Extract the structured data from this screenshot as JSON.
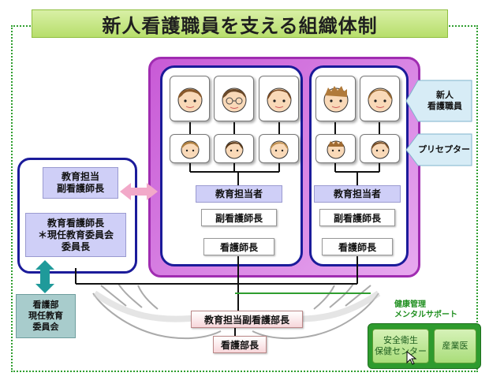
{
  "title": "新人看護職員を支える組織体制",
  "labels": {
    "new_nurse": "新人\n看護職員",
    "preceptor": "プリセプター",
    "edu_person_a": "教育担当者",
    "edu_person_b": "教育担当者",
    "vice_head_a": "副看護師長",
    "vice_head_b": "副看護師長",
    "head_nurse_a": "看護師長",
    "head_nurse_b": "看護師長",
    "left_top": "教育担当\n副看護師長",
    "left_mid": "教育看護師長\n＊現任教育委員会\n委員長",
    "committee": "看護部\n現任教育\n委員会",
    "vice_director": "教育担当副看護部長",
    "director": "看護部長",
    "health_note": "健康管理\nメンタルサポート",
    "safety_center": "安全衛生\n保健センター",
    "industrial_doctor": "産業医"
  },
  "colors": {
    "title_green": "#b7de6b",
    "frame_green": "#2f9e2f",
    "purple": "#a02cb1",
    "navy": "#1b1b9a",
    "lavender": "#cfcff7",
    "teal": "#1f9a9a",
    "pink_arrow": "#f2a9c9"
  },
  "icons": {
    "new_nurse_faces": [
      "female-nurse-icon",
      "female-glasses-nurse-icon",
      "female-nurse-icon",
      "male-nurse-icon",
      "female-nurse-icon"
    ],
    "preceptor_faces": [
      "small-face-icon",
      "small-face-icon",
      "small-face-icon",
      "small-face-icon",
      "small-face-icon"
    ]
  }
}
